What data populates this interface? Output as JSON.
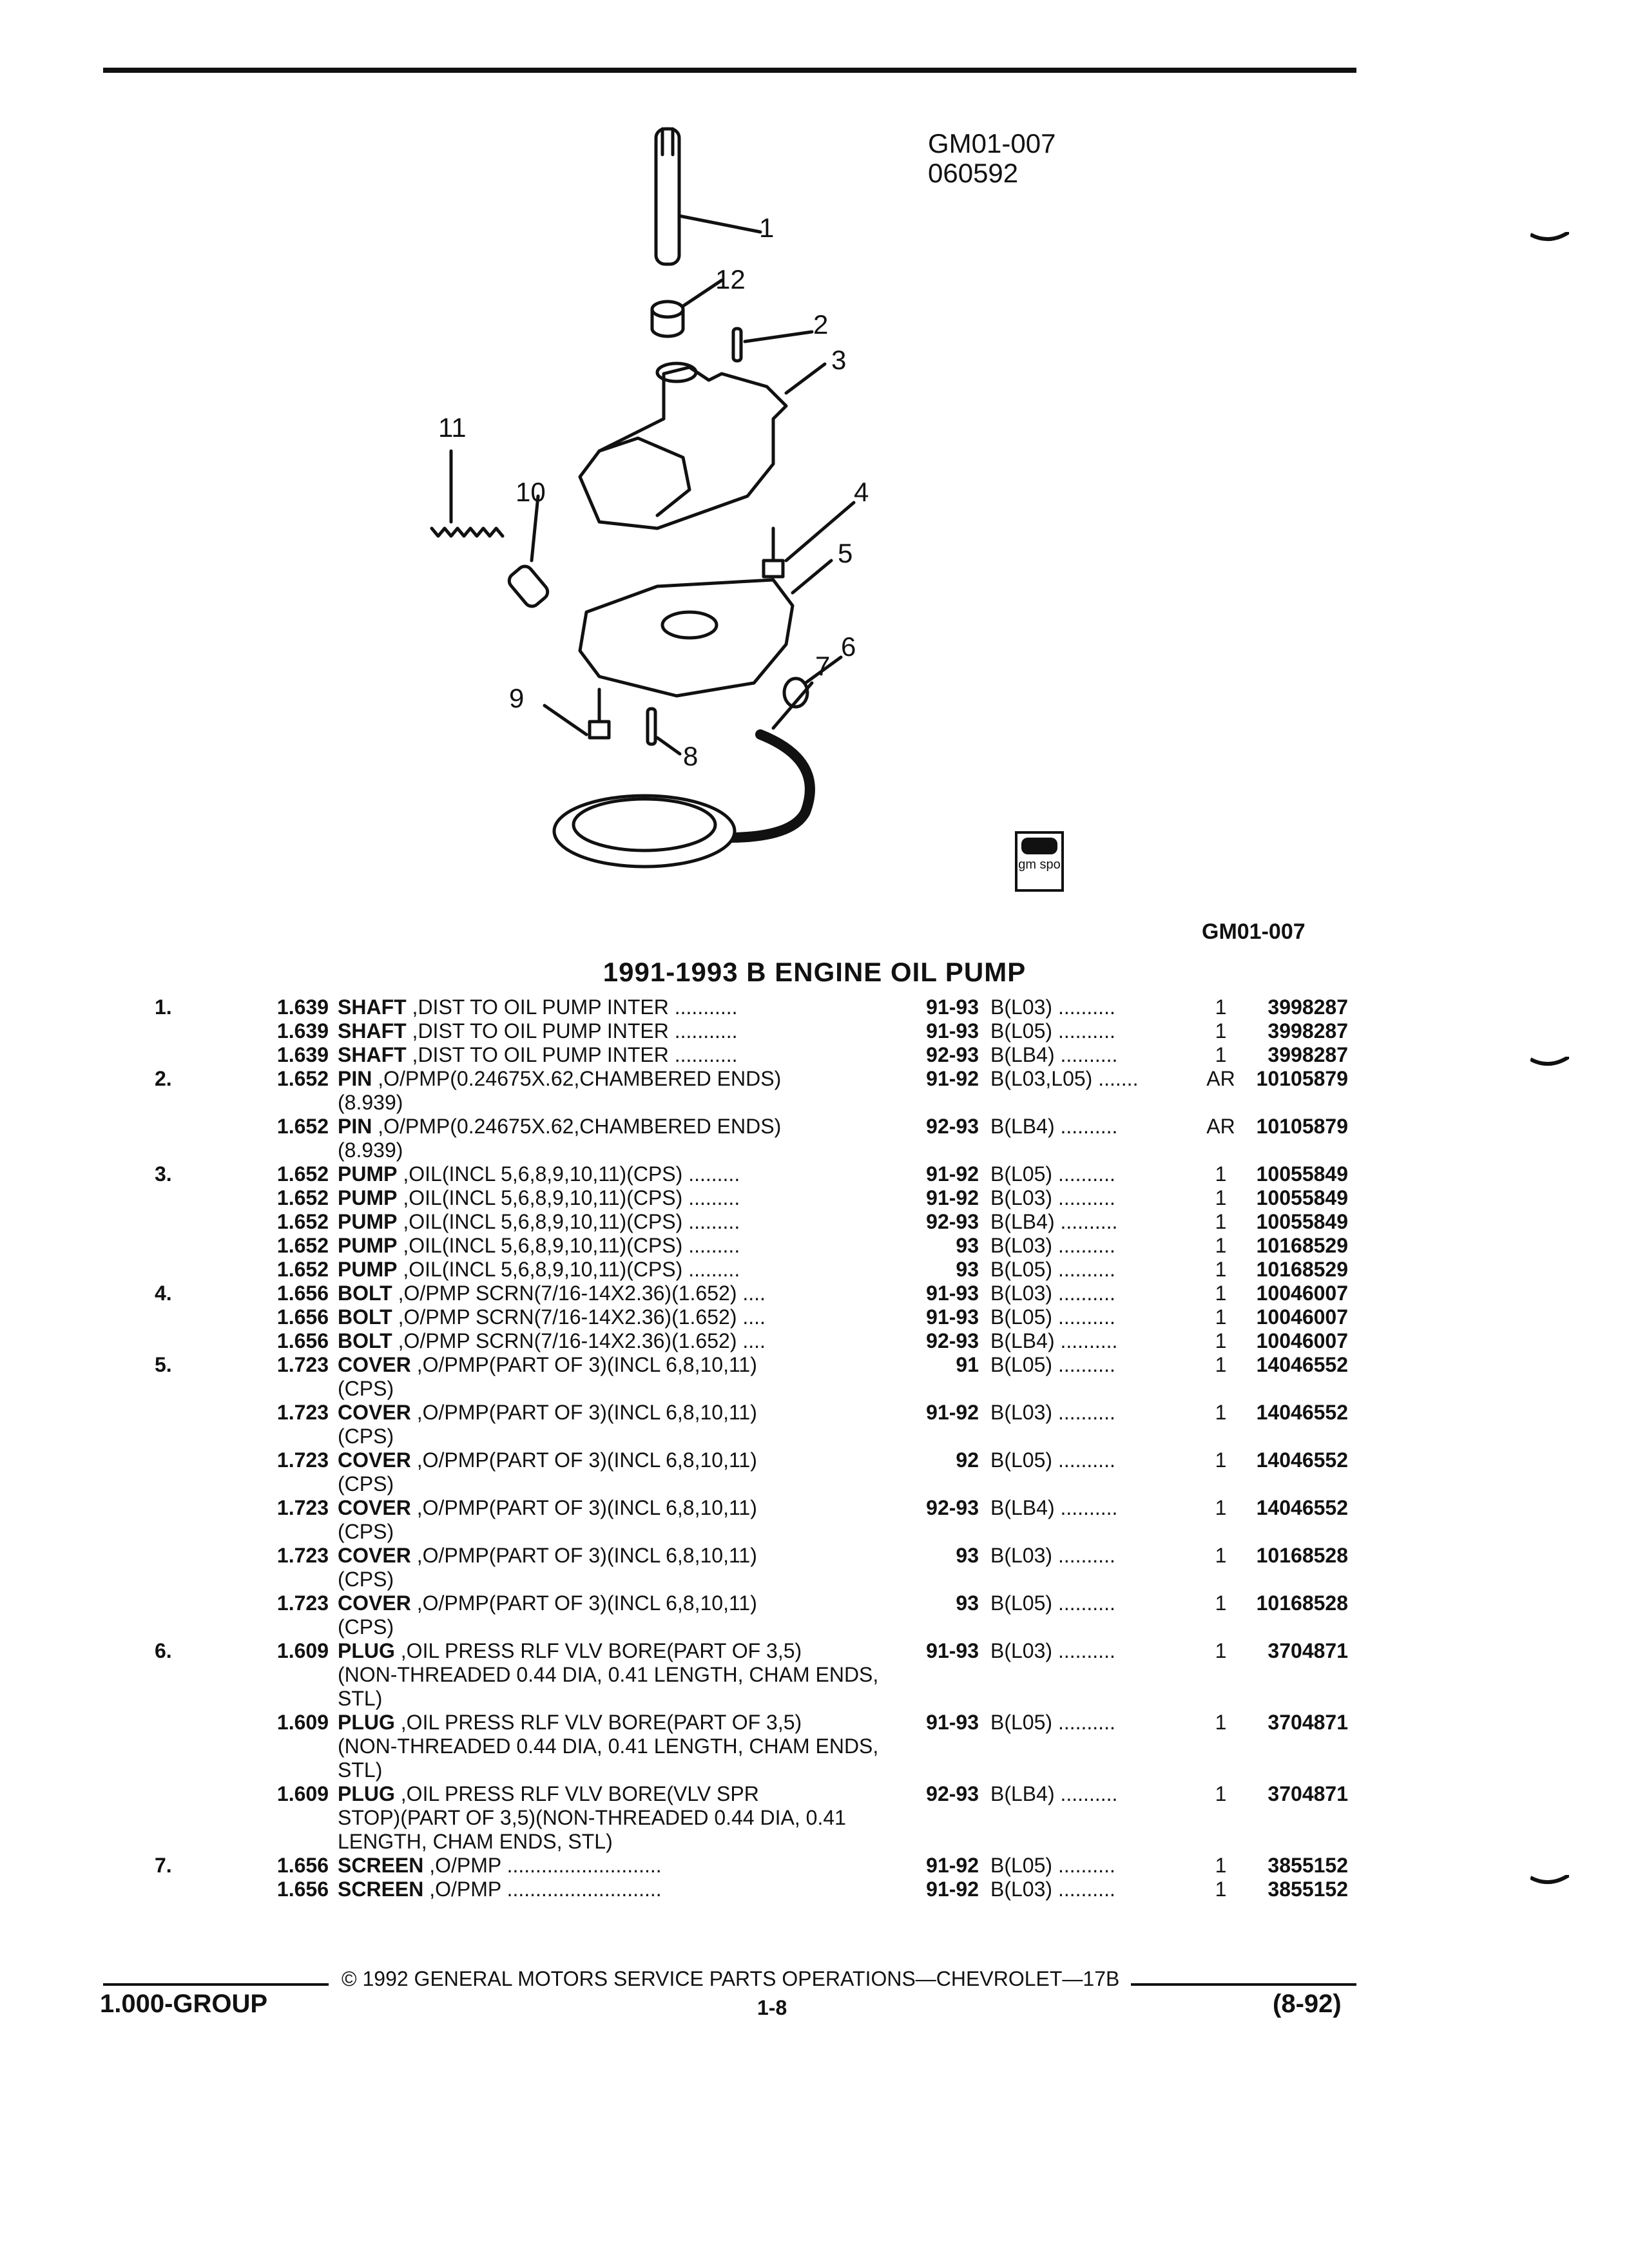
{
  "diagram": {
    "code": "GM01-007",
    "date": "060592",
    "callouts": [
      "1",
      "2",
      "3",
      "4",
      "5",
      "6",
      "7",
      "8",
      "9",
      "10",
      "11",
      "12"
    ],
    "logo_text": "gm spo",
    "icon": "gm-spo-logo-icon"
  },
  "page_code": "GM01-007",
  "section_title": "1991-1993 B ENGINE OIL PUMP",
  "parts": [
    {
      "item": "1.",
      "group": "1.639",
      "name": "SHAFT",
      "desc": ",DIST TO OIL PUMP INTER ...........",
      "extra": "",
      "years": "91-93",
      "engine": "B(L03) ..........",
      "qty": "1",
      "part": "3998287"
    },
    {
      "item": "",
      "group": "1.639",
      "name": "SHAFT",
      "desc": ",DIST TO OIL PUMP INTER ...........",
      "extra": "",
      "years": "91-93",
      "engine": "B(L05) ..........",
      "qty": "1",
      "part": "3998287"
    },
    {
      "item": "",
      "group": "1.639",
      "name": "SHAFT",
      "desc": ",DIST TO OIL PUMP INTER ...........",
      "extra": "",
      "years": "92-93",
      "engine": "B(LB4) ..........",
      "qty": "1",
      "part": "3998287"
    },
    {
      "item": "2.",
      "group": "1.652",
      "name": "PIN",
      "desc": ",O/PMP(0.24675X.62,CHAMBERED ENDS)",
      "extra": "(8.939)",
      "years": "91-92",
      "engine": "B(L03,L05) .......",
      "qty": "AR",
      "part": "10105879"
    },
    {
      "item": "",
      "group": "1.652",
      "name": "PIN",
      "desc": ",O/PMP(0.24675X.62,CHAMBERED ENDS)",
      "extra": "(8.939)",
      "years": "92-93",
      "engine": "B(LB4) ..........",
      "qty": "AR",
      "part": "10105879"
    },
    {
      "item": "3.",
      "group": "1.652",
      "name": "PUMP",
      "desc": ",OIL(INCL 5,6,8,9,10,11)(CPS) .........",
      "extra": "",
      "years": "91-92",
      "engine": "B(L05) ..........",
      "qty": "1",
      "part": "10055849"
    },
    {
      "item": "",
      "group": "1.652",
      "name": "PUMP",
      "desc": ",OIL(INCL 5,6,8,9,10,11)(CPS) .........",
      "extra": "",
      "years": "91-92",
      "engine": "B(L03) ..........",
      "qty": "1",
      "part": "10055849"
    },
    {
      "item": "",
      "group": "1.652",
      "name": "PUMP",
      "desc": ",OIL(INCL 5,6,8,9,10,11)(CPS) .........",
      "extra": "",
      "years": "92-93",
      "engine": "B(LB4) ..........",
      "qty": "1",
      "part": "10055849"
    },
    {
      "item": "",
      "group": "1.652",
      "name": "PUMP",
      "desc": ",OIL(INCL 5,6,8,9,10,11)(CPS) .........",
      "extra": "",
      "years": "93",
      "engine": "B(L03) ..........",
      "qty": "1",
      "part": "10168529"
    },
    {
      "item": "",
      "group": "1.652",
      "name": "PUMP",
      "desc": ",OIL(INCL 5,6,8,9,10,11)(CPS) .........",
      "extra": "",
      "years": "93",
      "engine": "B(L05) ..........",
      "qty": "1",
      "part": "10168529"
    },
    {
      "item": "4.",
      "group": "1.656",
      "name": "BOLT",
      "desc": ",O/PMP SCRN(7/16-14X2.36)(1.652) ....",
      "extra": "",
      "years": "91-93",
      "engine": "B(L03) ..........",
      "qty": "1",
      "part": "10046007"
    },
    {
      "item": "",
      "group": "1.656",
      "name": "BOLT",
      "desc": ",O/PMP SCRN(7/16-14X2.36)(1.652) ....",
      "extra": "",
      "years": "91-93",
      "engine": "B(L05) ..........",
      "qty": "1",
      "part": "10046007"
    },
    {
      "item": "",
      "group": "1.656",
      "name": "BOLT",
      "desc": ",O/PMP SCRN(7/16-14X2.36)(1.652) ....",
      "extra": "",
      "years": "92-93",
      "engine": "B(LB4) ..........",
      "qty": "1",
      "part": "10046007"
    },
    {
      "item": "5.",
      "group": "1.723",
      "name": "COVER",
      "desc": ",O/PMP(PART OF 3)(INCL 6,8,10,11)",
      "extra": "(CPS)",
      "years": "91",
      "engine": "B(L05) ..........",
      "qty": "1",
      "part": "14046552"
    },
    {
      "item": "",
      "group": "1.723",
      "name": "COVER",
      "desc": ",O/PMP(PART OF 3)(INCL 6,8,10,11)",
      "extra": "(CPS)",
      "years": "91-92",
      "engine": "B(L03) ..........",
      "qty": "1",
      "part": "14046552"
    },
    {
      "item": "",
      "group": "1.723",
      "name": "COVER",
      "desc": ",O/PMP(PART OF 3)(INCL 6,8,10,11)",
      "extra": "(CPS)",
      "years": "92",
      "engine": "B(L05) ..........",
      "qty": "1",
      "part": "14046552"
    },
    {
      "item": "",
      "group": "1.723",
      "name": "COVER",
      "desc": ",O/PMP(PART OF 3)(INCL 6,8,10,11)",
      "extra": "(CPS)",
      "years": "92-93",
      "engine": "B(LB4) ..........",
      "qty": "1",
      "part": "14046552"
    },
    {
      "item": "",
      "group": "1.723",
      "name": "COVER",
      "desc": ",O/PMP(PART OF 3)(INCL 6,8,10,11)",
      "extra": "(CPS)",
      "years": "93",
      "engine": "B(L03) ..........",
      "qty": "1",
      "part": "10168528"
    },
    {
      "item": "",
      "group": "1.723",
      "name": "COVER",
      "desc": ",O/PMP(PART OF 3)(INCL 6,8,10,11)",
      "extra": "(CPS)",
      "years": "93",
      "engine": "B(L05) ..........",
      "qty": "1",
      "part": "10168528"
    },
    {
      "item": "6.",
      "group": "1.609",
      "name": "PLUG",
      "desc": ",OIL PRESS RLF VLV BORE(PART OF 3,5)",
      "extra": "(NON-THREADED 0.44 DIA, 0.41 LENGTH, CHAM ENDS, STL)",
      "years": "91-93",
      "engine": "B(L03) ..........",
      "qty": "1",
      "part": "3704871"
    },
    {
      "item": "",
      "group": "1.609",
      "name": "PLUG",
      "desc": ",OIL PRESS RLF VLV BORE(PART OF 3,5)",
      "extra": "(NON-THREADED 0.44 DIA, 0.41 LENGTH, CHAM ENDS, STL)",
      "years": "91-93",
      "engine": "B(L05) ..........",
      "qty": "1",
      "part": "3704871"
    },
    {
      "item": "",
      "group": "1.609",
      "name": "PLUG",
      "desc": ",OIL PRESS RLF VLV BORE(VLV SPR",
      "extra": "STOP)(PART OF 3,5)(NON-THREADED 0.44 DIA, 0.41 LENGTH, CHAM ENDS, STL)",
      "years": "92-93",
      "engine": "B(LB4) ..........",
      "qty": "1",
      "part": "3704871"
    },
    {
      "item": "7.",
      "group": "1.656",
      "name": "SCREEN",
      "desc": ",O/PMP ...........................",
      "extra": "",
      "years": "91-92",
      "engine": "B(L05) ..........",
      "qty": "1",
      "part": "3855152"
    },
    {
      "item": "",
      "group": "1.656",
      "name": "SCREEN",
      "desc": ",O/PMP ...........................",
      "extra": "",
      "years": "91-92",
      "engine": "B(L03) ..........",
      "qty": "1",
      "part": "3855152"
    }
  ],
  "footer": {
    "copyright": "© 1992 GENERAL MOTORS SERVICE PARTS OPERATIONS—CHEVROLET—17B",
    "group": "1.000-GROUP",
    "page": "1-8",
    "date": "(8-92)"
  }
}
